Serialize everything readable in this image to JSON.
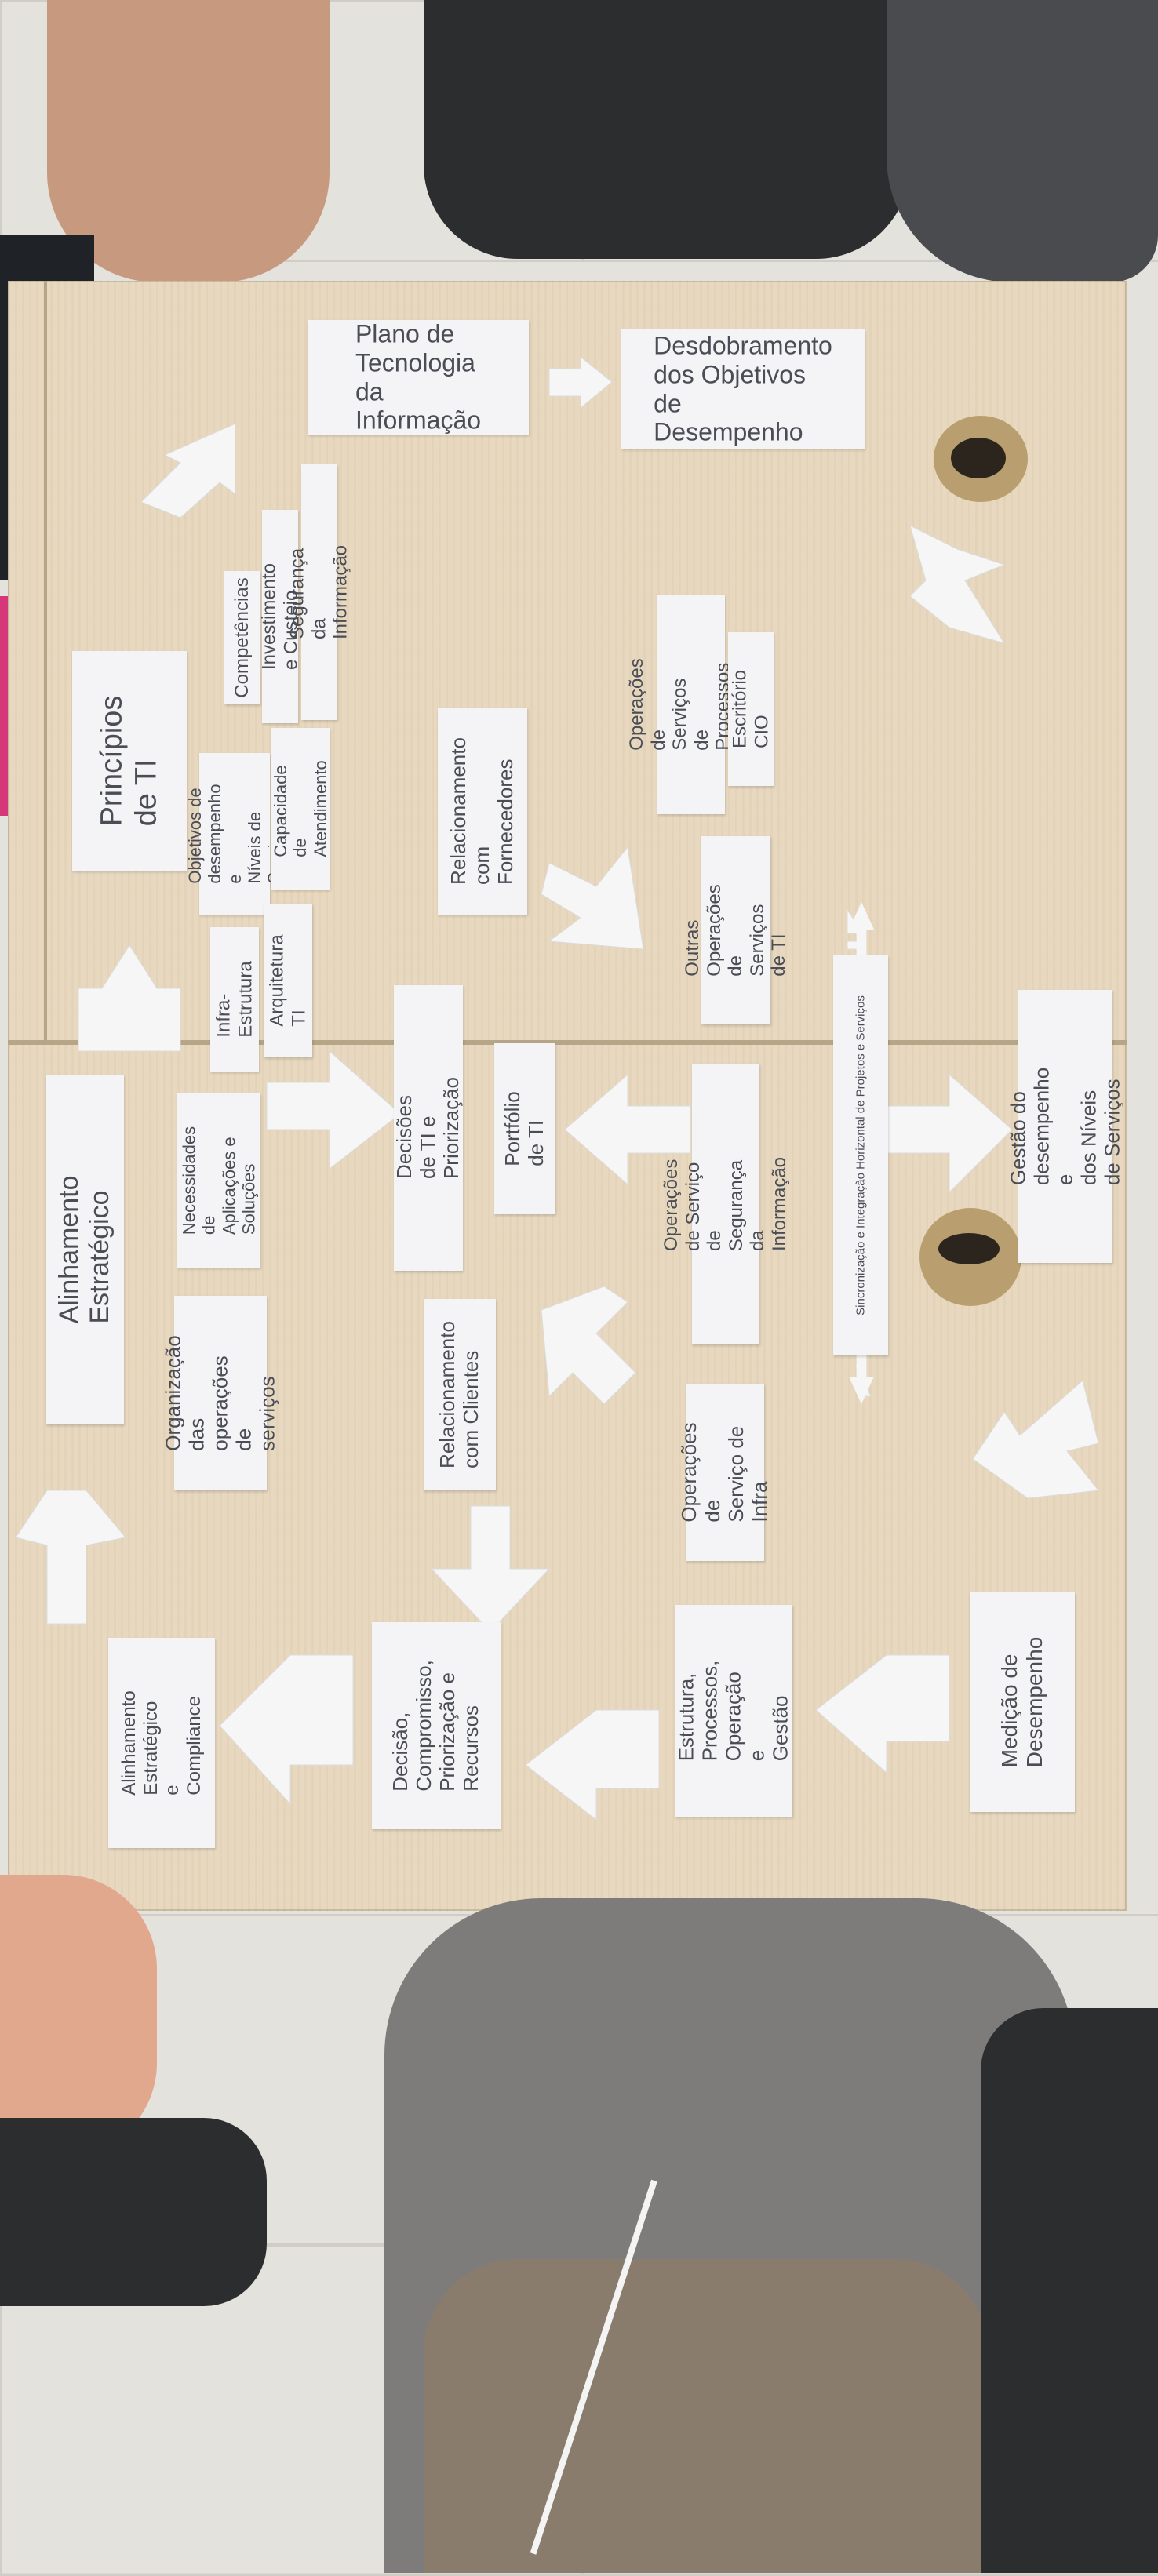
{
  "cards": {
    "plano": "Plano de\nTecnologia da\nInformação",
    "desdobramento": "Desdobramento\ndos Objetivos de\nDesempenho",
    "principios": "Princípios de TI",
    "competencias": "Competências",
    "investimento": "Investimento e Custeio",
    "seguranca_info": "Segurança da Informação",
    "objetivos": "Objetivos de\ndesempenho e\nNíveis de Serviço",
    "capacidade": "Capacidade de\nAtendimento",
    "relacionamento_fornecedores": "Relacionamento\ncom\nFornecedores",
    "operacoes_processos": "Operações de Serviços\nde Processos e Sistema",
    "escritorio_cio": "Escritório CIO",
    "outras_operacoes": "Outras Operações\nde Serviços de TI",
    "infra_estrutura": "Infra-Estrutura",
    "arquitetura": "Arquitetura TI",
    "alinhamento_estrategico": "Alinhamento Estratégico",
    "necessidades": "Necessidades de\nAplicações e\nSoluções",
    "decisoes_ti": "Decisões de TI e Priorização",
    "portfolio": "Portfólio de TI",
    "operacoes_seguranca": "Operações de Serviço de\nSegurança da Informação",
    "sincronizacao": "Sincronização e Integração Horizontal de Projetos e Serviços",
    "gestao_desempenho": "Gestão do desempenho e\ndos Níveis de Serviços",
    "organizacao": "Organização das\noperações de\nserviços",
    "relacionamento_clientes": "Relacionamento\ncom Clientes",
    "operacoes_infra": "Operações de\nServiço de Infra",
    "alinhamento_compliance": "Alinhamento\nEstratégico e\nCompliance",
    "decisao_compromisso": "Decisão,\nCompromisso,\nPriorização  e\nRecursos",
    "estrutura_processos": "Estrutura,\nProcessos,\nOperação e\nGestão",
    "medicao": "Medição   de\nDesempenho"
  },
  "colors": {
    "desk": "#e6d7bd",
    "card": "#f4f4f6",
    "text": "#4a4d55",
    "floor": "#e4e2dc",
    "chair": "#2c2d2f"
  }
}
